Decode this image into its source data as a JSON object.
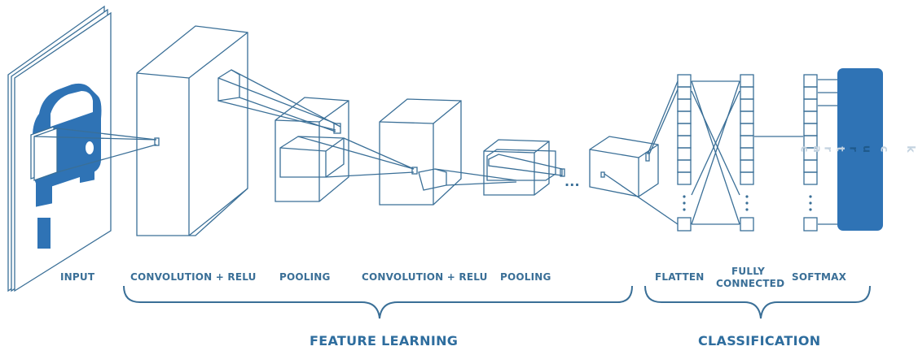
{
  "colors": {
    "line": "#3a6f97",
    "fill_blue": "#2f73b5",
    "label": "#3a6f97"
  },
  "labels": {
    "input": "INPUT",
    "conv1": "CONVOLUTION + RELU",
    "pool1": "POOLING",
    "conv2": "CONVOLUTION + RELU",
    "pool2": "POOLING",
    "flatten": "FLATTEN",
    "fully_line1": "FULLY",
    "fully_line2": "CONNECTED",
    "softmax": "SOFTMAX",
    "feature_learning": "FEATURE LEARNING",
    "classification": "CLASSIFICATION",
    "ellipsis": "...",
    "output_letters": [
      "c",
      "a",
      "r",
      "t",
      "r",
      "u",
      "c",
      "k"
    ]
  },
  "icons": {
    "input_image": "car-icon"
  }
}
